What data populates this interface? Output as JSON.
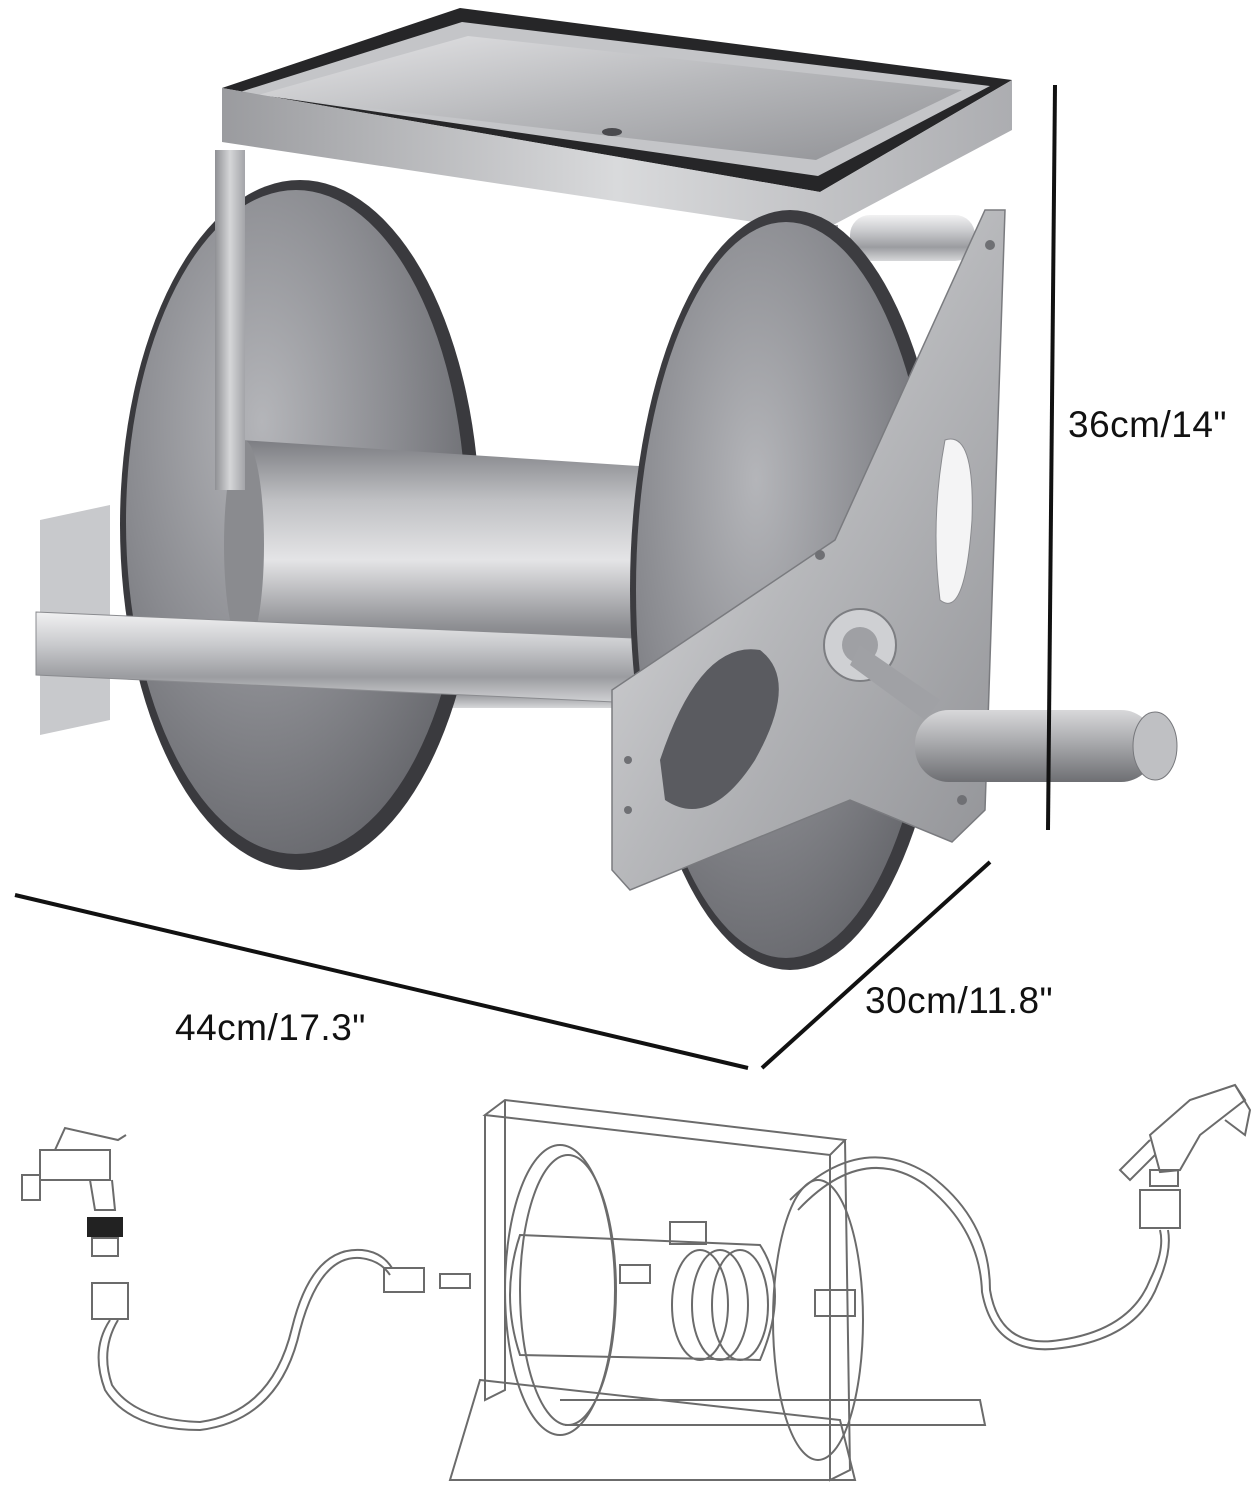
{
  "image": {
    "subject": "stainless steel wall-mounted hose reel with top shelf, plus line drawing of faucet-to-reel-to-spray-nozzle hookup",
    "colors": {
      "steel_light": "#d9dadc",
      "steel_mid": "#a8a9ad",
      "steel_dark": "#5e5e63",
      "rubber_trim": "#2a2a2c",
      "line_art": "#6b6b6b"
    }
  },
  "dimensions": {
    "height": "36cm/14\"",
    "width": "44cm/17.3\"",
    "depth": "30cm/11.8\""
  }
}
